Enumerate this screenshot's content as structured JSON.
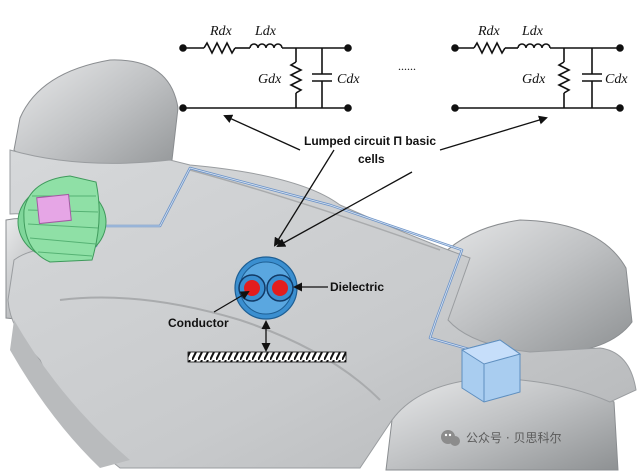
{
  "circuit": {
    "resistor_label": "Rdx",
    "inductor_label": "Ldx",
    "conductance_label": "Gdx",
    "capacitance_label": "Cdx",
    "ellipsis": "......"
  },
  "annotations": {
    "lumped_line1": "Lumped circuit Π basic",
    "lumped_line2": "cells",
    "dielectric": "Dielectric",
    "conductor": "Conductor"
  },
  "watermark": "公众号 · 贝思科尔",
  "colors": {
    "chassis": "#cfd1d3",
    "motor": "#8fe0a6",
    "motor_box": "#e6a6e6",
    "battery": "#a9cdf0",
    "cable": "#6f95c8",
    "insulation": "#3b8fd0",
    "conductor": "#e31d1d"
  }
}
